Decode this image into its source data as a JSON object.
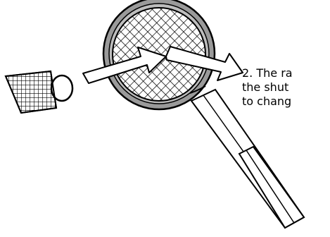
{
  "caption": {
    "lines": [
      "2. The ra",
      "the shut",
      "to chang"
    ]
  },
  "colors": {
    "ink": "#000000",
    "frame": "#888888",
    "handle": "#ffffff"
  },
  "icons": {
    "shuttlecock": "shuttlecock-icon",
    "racket": "badminton-racket-icon",
    "arrow_in": "arrow-right-icon",
    "arrow_out": "arrow-right-icon"
  }
}
